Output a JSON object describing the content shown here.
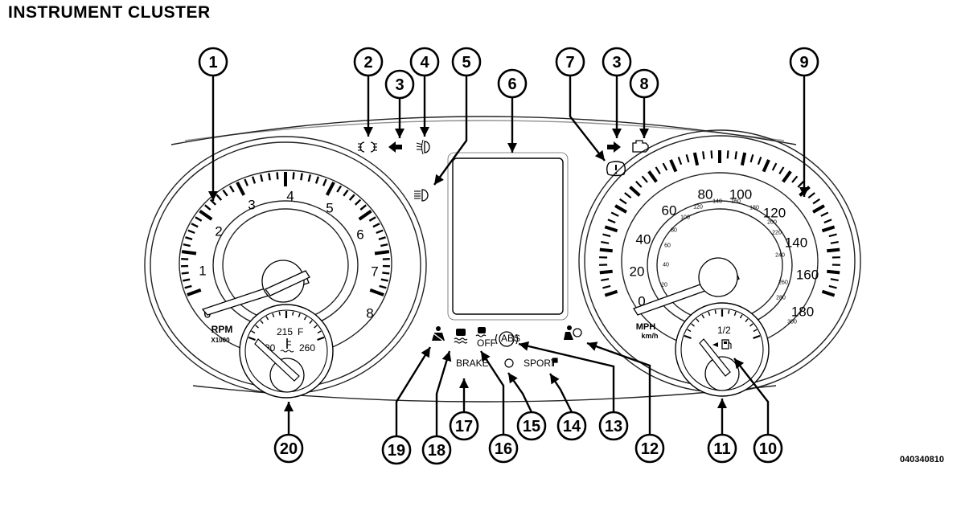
{
  "title": "INSTRUMENT CLUSTER",
  "diagram_code": "040340810",
  "tachometer": {
    "numbers": [
      "0",
      "1",
      "2",
      "3",
      "4",
      "5",
      "6",
      "7",
      "8"
    ],
    "unit_label": "RPM",
    "multiplier_label": "X1000"
  },
  "speedometer": {
    "mph_numbers": [
      "0",
      "20",
      "40",
      "60",
      "80",
      "100",
      "120",
      "140",
      "160",
      "180"
    ],
    "kmh_numbers": [
      "20",
      "40",
      "60",
      "80",
      "100",
      "120",
      "140",
      "160",
      "180",
      "200",
      "220",
      "240",
      "260",
      "280",
      "300"
    ],
    "unit_label": "MPH",
    "sub_unit_label": "km/h"
  },
  "temp_gauge": {
    "low": "90",
    "mid": "215",
    "high": "260",
    "unit": "F"
  },
  "fuel_gauge": {
    "mid": "1/2"
  },
  "indicators": {
    "brake_text": "BRAKE",
    "sport_text": "SPORT",
    "abs_text": "ABS",
    "esc_off_text": "OFF"
  },
  "callouts": [
    "1",
    "2",
    "3",
    "4",
    "5",
    "6",
    "7",
    "3",
    "8",
    "9",
    "20",
    "19",
    "18",
    "17",
    "16",
    "15",
    "14",
    "13",
    "12",
    "11",
    "10"
  ]
}
